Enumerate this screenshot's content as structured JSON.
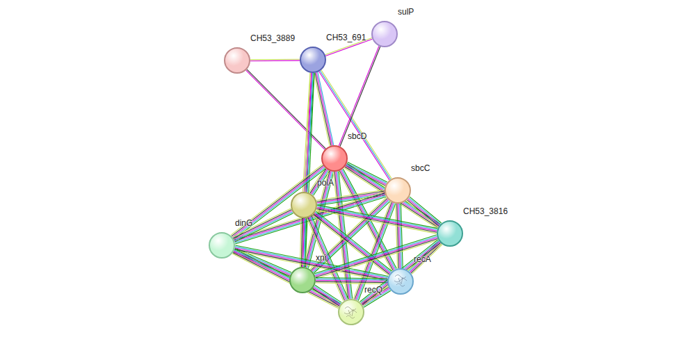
{
  "diagram": {
    "nodes": [
      {
        "text": [
          "CH53_3889"
        ]
      },
      {
        "text": [
          "CH53_691"
        ]
      },
      {
        "text": [
          "sulP"
        ]
      },
      {
        "text": [
          "sbcD"
        ]
      },
      {
        "text": [
          "sbcC"
        ]
      },
      {
        "text": [
          "polA"
        ]
      },
      {
        "text": [
          "CH53_3816"
        ]
      },
      {
        "text": [
          "dinG"
        ]
      },
      {
        "text": [
          "xni"
        ]
      },
      {
        "text": [
          "recA"
        ]
      },
      {
        "text": [
          "recQ"
        ]
      }
    ],
    "edges": [
      {
        "from": 0,
        "to": 1,
        "arrow": "none"
      },
      {
        "from": 0,
        "to": 3,
        "arrow": "none"
      },
      {
        "from": 1,
        "to": 2,
        "arrow": "none"
      },
      {
        "from": 1,
        "to": 3,
        "arrow": "none"
      },
      {
        "from": 1,
        "to": 4,
        "arrow": "none"
      },
      {
        "from": 1,
        "to": 5,
        "arrow": "none"
      },
      {
        "from": 1,
        "to": 8,
        "arrow": "none"
      },
      {
        "from": 2,
        "to": 3,
        "arrow": "none"
      },
      {
        "from": 3,
        "to": 4,
        "arrow": "none"
      },
      {
        "from": 3,
        "to": 5,
        "arrow": "none"
      },
      {
        "from": 3,
        "to": 6,
        "arrow": "none"
      },
      {
        "from": 3,
        "to": 7,
        "arrow": "none"
      },
      {
        "from": 3,
        "to": 8,
        "arrow": "none"
      },
      {
        "from": 3,
        "to": 9,
        "arrow": "none"
      },
      {
        "from": 3,
        "to": 10,
        "arrow": "none"
      },
      {
        "from": 4,
        "to": 5,
        "arrow": "none"
      },
      {
        "from": 4,
        "to": 6,
        "arrow": "none"
      },
      {
        "from": 4,
        "to": 7,
        "arrow": "none"
      },
      {
        "from": 4,
        "to": 8,
        "arrow": "none"
      },
      {
        "from": 4,
        "to": 9,
        "arrow": "none"
      },
      {
        "from": 4,
        "to": 10,
        "arrow": "none"
      },
      {
        "from": 5,
        "to": 6,
        "arrow": "none"
      },
      {
        "from": 5,
        "to": 7,
        "arrow": "none"
      },
      {
        "from": 5,
        "to": 8,
        "arrow": "none"
      },
      {
        "from": 5,
        "to": 9,
        "arrow": "none"
      },
      {
        "from": 5,
        "to": 10,
        "arrow": "none"
      },
      {
        "from": 7,
        "to": 8,
        "arrow": "none"
      },
      {
        "from": 7,
        "to": 9,
        "arrow": "none"
      },
      {
        "from": 7,
        "to": 10,
        "arrow": "none"
      },
      {
        "from": 8,
        "to": 6,
        "arrow": "none"
      },
      {
        "from": 8,
        "to": 9,
        "arrow": "none"
      },
      {
        "from": 8,
        "to": 10,
        "arrow": "none"
      },
      {
        "from": 9,
        "to": 6,
        "arrow": "none"
      },
      {
        "from": 9,
        "to": 10,
        "arrow": "none"
      },
      {
        "from": 10,
        "to": 6,
        "arrow": "none"
      }
    ]
  }
}
